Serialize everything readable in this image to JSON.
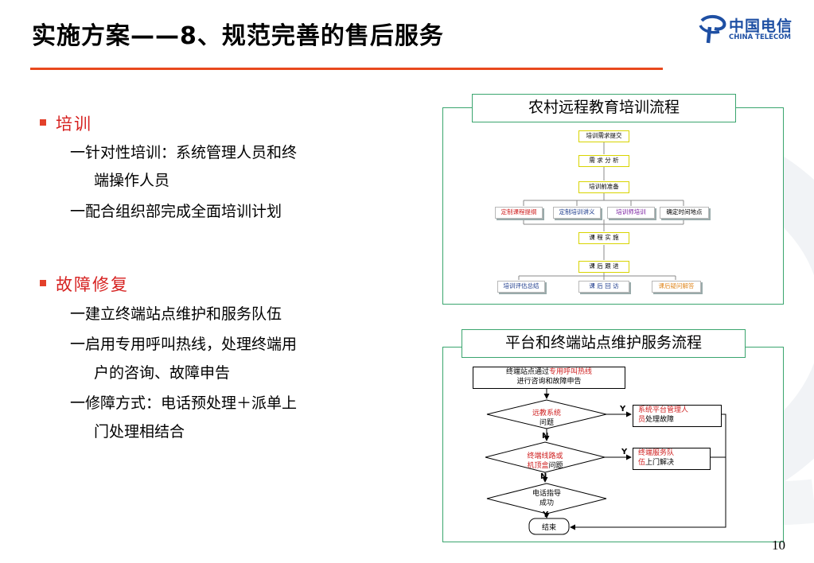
{
  "title": "实施方案——8、规范完善的售后服务",
  "logo": {
    "cn": "中国电信",
    "en": "CHINA TELECOM",
    "icon": "china-telecom-logo-icon"
  },
  "sections": [
    {
      "heading": "培训",
      "lines": [
        "一针对性培训：系统管理人员和终",
        "端操作人员",
        "一配合组织部完成全面培训计划"
      ]
    },
    {
      "heading": "故障修复",
      "lines": [
        "一建立终端站点维护和服务队伍",
        "一启用专用呼叫热线，处理终端用",
        "户的咨询、故障申告",
        "一修障方式：电话预处理＋派单上",
        "门处理相结合"
      ]
    }
  ],
  "training_flow": {
    "title": "农村远程教育培训流程",
    "steps": [
      "培训需求提交",
      "需 求 分 析",
      "培训前准备"
    ],
    "branches": [
      "定制课程提纲",
      "定制培训讲义",
      "培训师培训",
      "确定时间地点"
    ],
    "steps2": [
      "课 程 实 施",
      "课 后 跟 进"
    ],
    "final": [
      "培训评估总结",
      "课 后 回 访",
      "课后疑问解答"
    ]
  },
  "service_flow": {
    "title": "平台和终端站点维护服务流程",
    "start_pre": "终端站点通过",
    "start_hl": "专用呼叫热线",
    "start_post": "进行咨询和故障申告",
    "d1_red": "远教系统",
    "d1_black": "问题",
    "d2_red1": "终端线路或",
    "d2_red2": "机顶盒",
    "d2_black": "问题",
    "d3_l1": "电话指导",
    "d3_l2": "成功",
    "r1_red1": "系统平台管理人",
    "r1_red2": "员",
    "r1_black": "处理故障",
    "r2_red1": "终端服务队",
    "r2_red2": "伍",
    "r2_black": "上门解决",
    "end": "结束",
    "yes": "Y",
    "no": "N"
  },
  "page_number": "10"
}
